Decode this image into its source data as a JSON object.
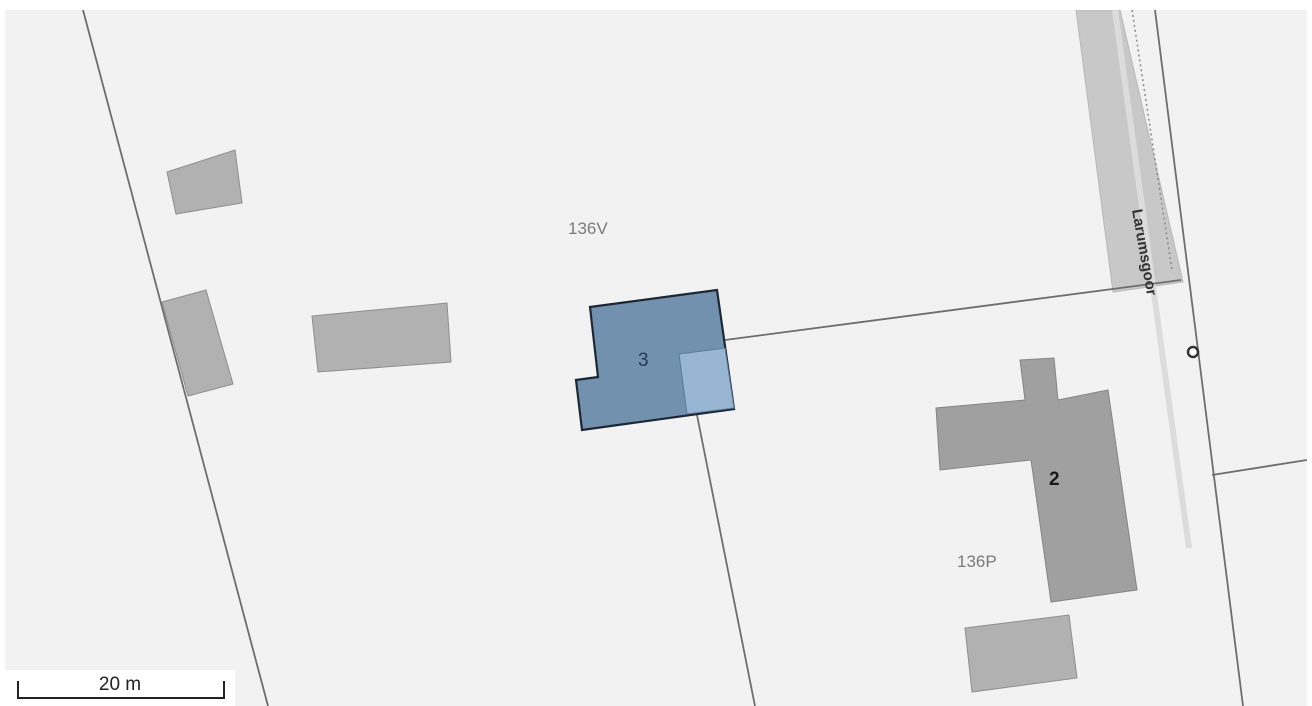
{
  "map": {
    "parcel_labels": [
      "136V",
      "136P"
    ],
    "street_name": "Larumsgoor",
    "house_numbers": [
      "3",
      "2"
    ],
    "selected_house": "3"
  },
  "scale_bar": {
    "label": "20 m"
  },
  "colors": {
    "background": "#f2f2f2",
    "parcel_line": "#6e6e6e",
    "building": "#b1b1b1",
    "building_dark": "#a0a0a0",
    "selected_building": "#7291ae",
    "selected_building_annex": "#98b5d2",
    "road": "#c8c8c8"
  }
}
